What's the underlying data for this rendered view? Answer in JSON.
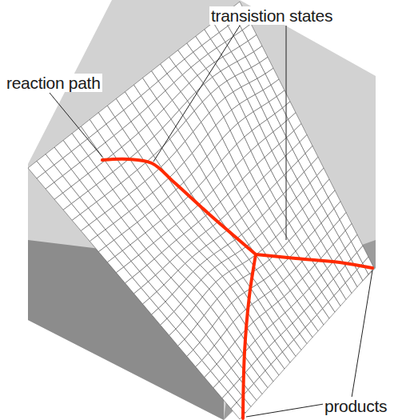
{
  "diagram": {
    "labels": [
      "reaction path",
      "transistion states",
      "products"
    ]
  }
}
